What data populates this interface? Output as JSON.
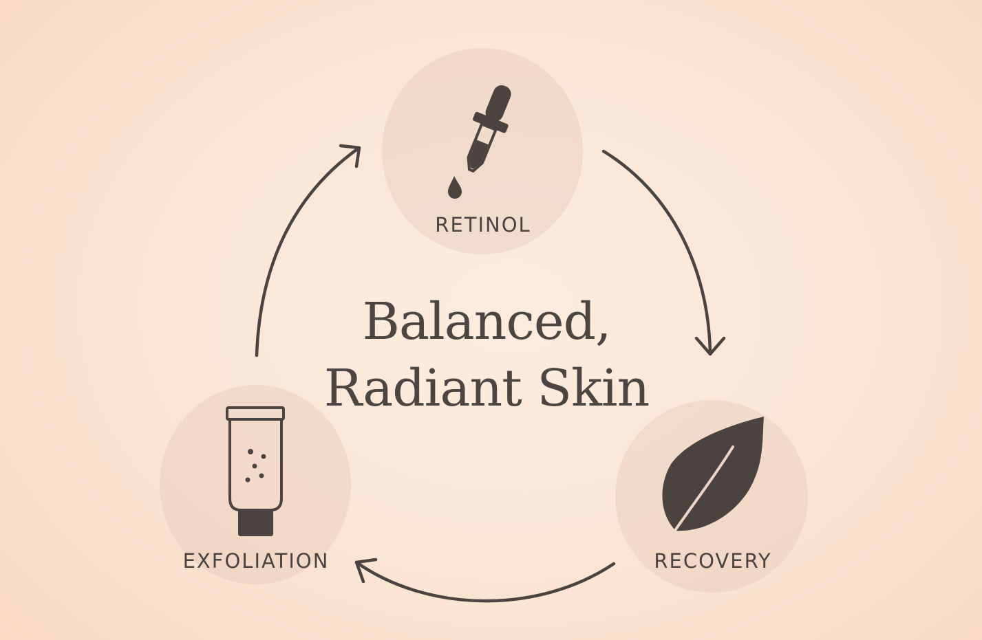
{
  "title": {
    "line1": "Balanced,",
    "line2": "Radiant Skin"
  },
  "cycle": [
    {
      "label": "RETINOL",
      "icon": "dropper-icon"
    },
    {
      "label": "RECOVERY",
      "icon": "leaf-icon"
    },
    {
      "label": "EXFOLIATION",
      "icon": "tube-icon"
    }
  ],
  "colors": {
    "ink": "#4a433f",
    "circle_fill": "#e8cdbd",
    "background": "#fbe6d6"
  }
}
